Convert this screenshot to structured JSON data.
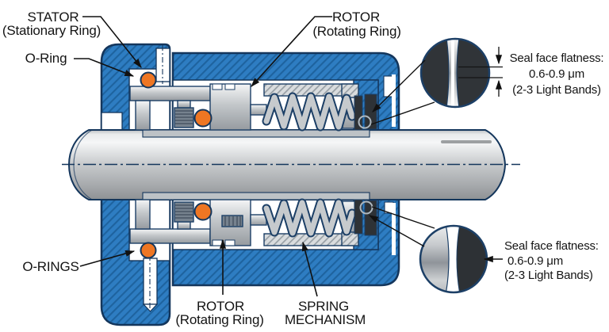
{
  "figure": {
    "type": "mechanical-seal-cross-section-diagram",
    "labels": {
      "stator": {
        "title": "STATOR",
        "subtitle": "(Stationary Ring)"
      },
      "oring_top": {
        "title": "O-Ring"
      },
      "rotor_top": {
        "title": "ROTOR",
        "subtitle": "(Rotating Ring)"
      },
      "orings_bottom": {
        "title": "O-RINGS"
      },
      "rotor_bottom": {
        "title": "ROTOR",
        "subtitle": "(Rotating Ring)"
      },
      "spring_mechanism": {
        "title": "SPRING",
        "subtitle": "MECHANISM"
      }
    },
    "callouts": {
      "seal_face_top": {
        "line1": "Seal face flatness:",
        "line2": "0.6-0.9 μm",
        "line3": "(2-3 Light Bands)"
      },
      "seal_face_bottom": {
        "line1": "Seal face flatness:",
        "line2": "0.6-0.9 μm",
        "line3": "(2-3 Light Bands)"
      }
    },
    "colors": {
      "housing_blue": "#2e7dc2",
      "hatch_blue": "#1e639f",
      "outline_navy": "#14365c",
      "oring_orange": "#ee7623",
      "metal_light": "#f2f4f5",
      "metal_dark": "#969ba0",
      "seal_face_dark": "#2e3236",
      "text": "#141414"
    }
  }
}
